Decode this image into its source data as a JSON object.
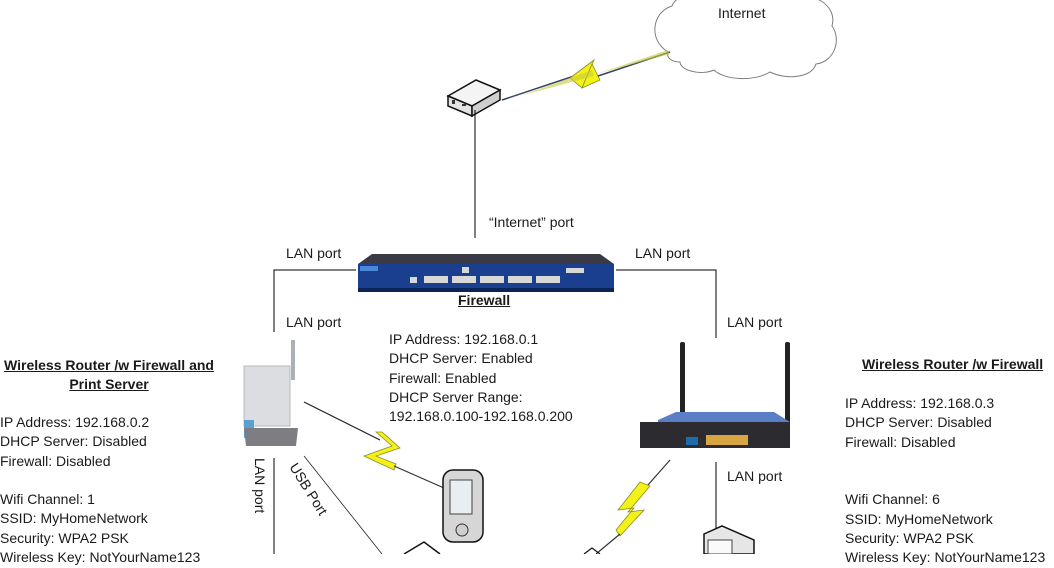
{
  "internet": {
    "label": "Internet"
  },
  "ports": {
    "internet_port": "“Internet” port",
    "fw_lan_left": "LAN port",
    "fw_lan_right": "LAN port",
    "router_left_lan": "LAN port",
    "router_right_lan_top": "LAN port",
    "router_left_lan_down": "LAN port",
    "router_left_usb": "USB Port",
    "router_right_lan_down": "LAN port"
  },
  "firewall": {
    "title": "Firewall",
    "lines": [
      "IP Address: 192.168.0.1",
      "DHCP Server: Enabled",
      "Firewall: Enabled",
      "DHCP Server Range:",
      "192.168.0.100-192.168.0.200"
    ]
  },
  "left_router": {
    "title_line1": "Wireless Router /w Firewall and",
    "title_line2": "Print Server",
    "lines": [
      "IP Address: 192.168.0.2",
      "DHCP Server: Disabled",
      "Firewall: Disabled",
      "",
      "Wifi Channel: 1",
      "SSID: MyHomeNetwork",
      "Security: WPA2 PSK",
      "Wireless Key: NotYourName123"
    ]
  },
  "right_router": {
    "title": "Wireless Router /w Firewall",
    "lines": [
      "IP Address: 192.168.0.3",
      "DHCP Server: Disabled",
      "Firewall: Disabled",
      "",
      "",
      "Wifi Channel: 6",
      "SSID: MyHomeNetwork",
      "Security: WPA2 PSK",
      "Wireless Key: NotYourName123"
    ]
  },
  "colors": {
    "lightning": "#f2f21a",
    "firewall_body": "#1a3f8f",
    "router_right_body": "#5a7fc4",
    "line": "#000000"
  }
}
